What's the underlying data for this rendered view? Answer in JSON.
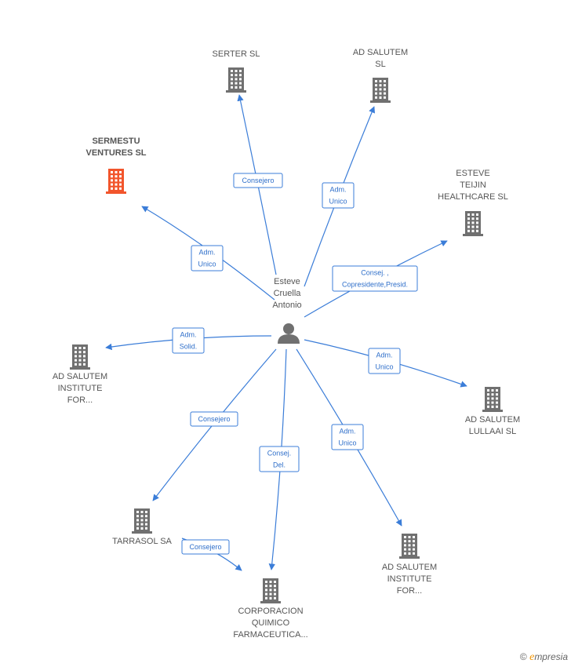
{
  "colors": {
    "edge": "#3b7dd8",
    "building": "#707070",
    "building_highlight": "#f2552c",
    "person": "#707070",
    "label": "#555555"
  },
  "center": {
    "id": "person",
    "lines": [
      "Esteve",
      "Cruella",
      "Antonio"
    ],
    "icon": "person-icon"
  },
  "nodes": [
    {
      "id": "serter",
      "lines": [
        "SERTER SL"
      ],
      "highlight": false,
      "icon": "building-icon"
    },
    {
      "id": "adsalutem_sl",
      "lines": [
        "AD SALUTEM",
        "SL"
      ],
      "highlight": false,
      "icon": "building-icon"
    },
    {
      "id": "sermestu",
      "lines": [
        "SERMESTU",
        "VENTURES  SL"
      ],
      "highlight": true,
      "icon": "building-icon"
    },
    {
      "id": "esteve_teijin",
      "lines": [
        "ESTEVE",
        "TEIJIN",
        "HEALTHCARE SL"
      ],
      "highlight": false,
      "icon": "building-icon"
    },
    {
      "id": "adsalutem_inst1",
      "lines": [
        "AD SALUTEM",
        "INSTITUTE",
        "FOR..."
      ],
      "highlight": false,
      "icon": "building-icon"
    },
    {
      "id": "adsalutem_lullaai",
      "lines": [
        "AD SALUTEM",
        "LULLAAI  SL"
      ],
      "highlight": false,
      "icon": "building-icon"
    },
    {
      "id": "tarrasol",
      "lines": [
        "TARRASOL SA"
      ],
      "highlight": false,
      "icon": "building-icon"
    },
    {
      "id": "adsalutem_inst2",
      "lines": [
        "AD SALUTEM",
        "INSTITUTE",
        "FOR..."
      ],
      "highlight": false,
      "icon": "building-icon"
    },
    {
      "id": "corporacion",
      "lines": [
        "CORPORACION",
        "QUIMICO",
        "FARMACEUTICA..."
      ],
      "highlight": false,
      "icon": "building-icon"
    }
  ],
  "edges": [
    {
      "from": "person",
      "to": "serter",
      "label": [
        "Consejero"
      ]
    },
    {
      "from": "person",
      "to": "adsalutem_sl",
      "label": [
        "Adm.",
        "Unico"
      ]
    },
    {
      "from": "person",
      "to": "sermestu",
      "label": [
        "Adm.",
        "Unico"
      ]
    },
    {
      "from": "person",
      "to": "esteve_teijin",
      "label": [
        "Consej. ,",
        "Copresidente,Presid."
      ]
    },
    {
      "from": "person",
      "to": "adsalutem_inst1",
      "label": [
        "Adm.",
        "Solid."
      ]
    },
    {
      "from": "person",
      "to": "adsalutem_lullaai",
      "label": [
        "Adm.",
        "Unico"
      ]
    },
    {
      "from": "person",
      "to": "tarrasol",
      "label": [
        "Consejero"
      ]
    },
    {
      "from": "person",
      "to": "corporacion",
      "label": [
        "Consej.",
        "Del."
      ]
    },
    {
      "from": "person",
      "to": "adsalutem_inst2",
      "label": [
        "Adm.",
        "Unico"
      ]
    },
    {
      "from": "tarrasol",
      "to": "corporacion",
      "label": [
        "Consejero"
      ]
    }
  ],
  "watermark": {
    "symbol": "©",
    "brand_initial": "e",
    "brand_rest": "mpresia"
  }
}
